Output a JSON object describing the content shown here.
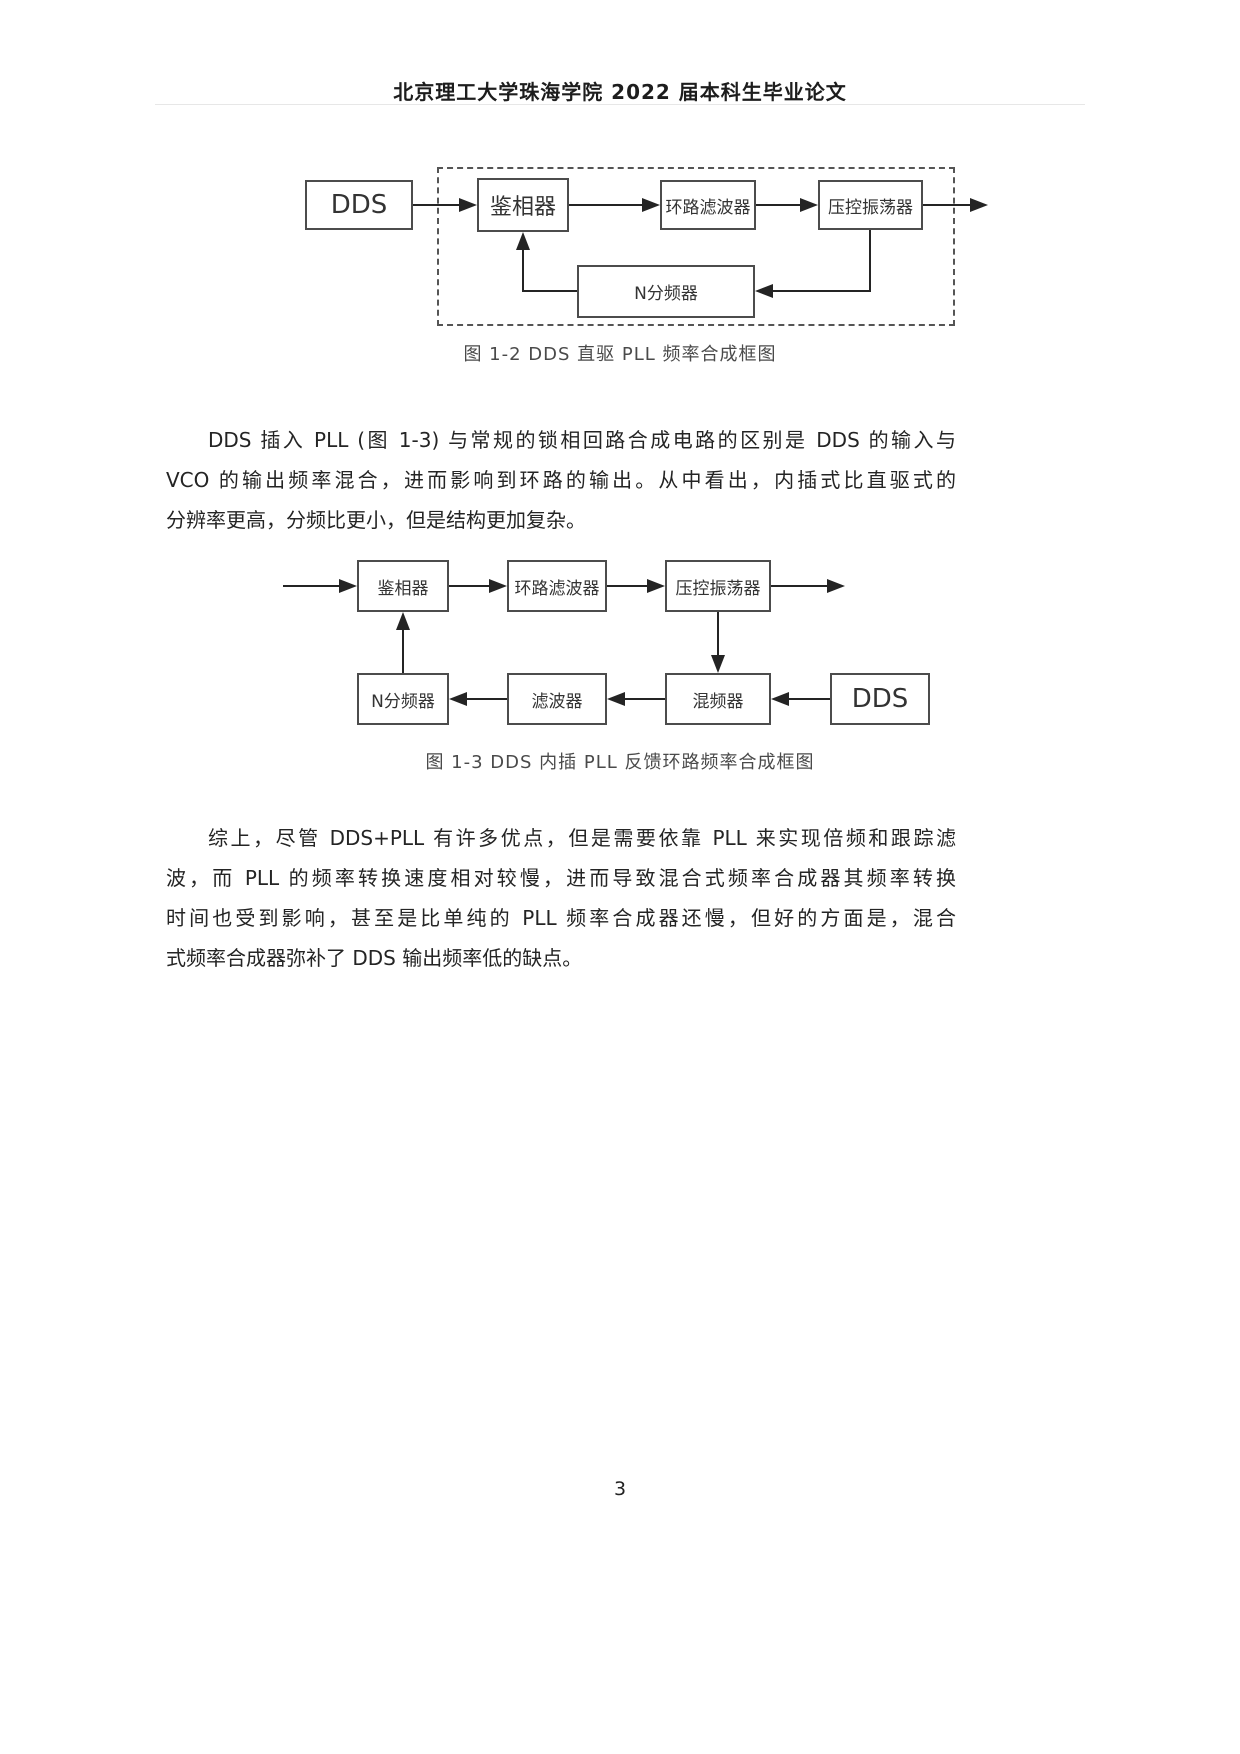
{
  "page": {
    "header": "北京理工大学珠海学院 2022 届本科生毕业论文",
    "page_number": "3"
  },
  "figure_1_2": {
    "caption": "图 1-2 DDS 直驱 PLL 频率合成框图",
    "blocks": {
      "dds": "DDS",
      "phase_detector": "鉴相器",
      "loop_filter": "环路滤波器",
      "vco": "压控振荡器",
      "n_divider": "N分频器"
    }
  },
  "paragraph_1": {
    "lines": [
      "DDS 插入 PLL (图 1-3) 与常规的锁相回路合成电路的区别是 DDS 的输入与",
      "VCO 的输出频率混合，进而影响到环路的输出。从中看出，内插式比直驱式的",
      "分辨率更高，分频比更小，但是结构更加复杂。"
    ]
  },
  "figure_1_3": {
    "caption": "图 1-3 DDS 内插 PLL 反馈环路频率合成框图",
    "blocks": {
      "phase_detector": "鉴相器",
      "loop_filter": "环路滤波器",
      "vco": "压控振荡器",
      "mixer": "混频器",
      "filter": "滤波器",
      "n_divider": "N分频器",
      "dds": "DDS"
    }
  },
  "paragraph_2": {
    "lines": [
      "综上，尽管 DDS+PLL 有许多优点，但是需要依靠 PLL 来实现倍频和跟踪滤",
      "波，而 PLL 的频率转换速度相对较慢，进而导致混合式频率合成器其频率转换",
      "时间也受到影响，甚至是比单纯的 PLL 频率合成器还慢，但好的方面是，混合",
      "式频率合成器弥补了 DDS 输出频率低的缺点。"
    ]
  }
}
